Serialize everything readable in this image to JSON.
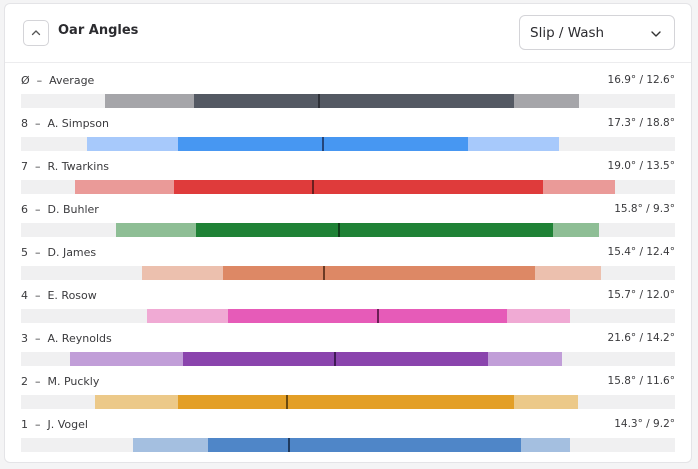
{
  "header": {
    "title": "Oar Angles",
    "select_value": "Slip / Wash"
  },
  "rows": [
    {
      "label": "Ø  –  Average",
      "value": "16.9° / 12.6°",
      "outer": [
        0.1285,
        0.8531
      ],
      "inner": [
        0.2638,
        0.7538
      ],
      "mark": 0.4564,
      "light": "#a5a5a9",
      "dark": "#545963",
      "markColor": "#2e3138"
    },
    {
      "label": "8  –  A. Simpson",
      "value": "17.3° / 18.8°",
      "outer": [
        0.1012,
        0.8226
      ],
      "inner": [
        0.2401,
        0.6842
      ],
      "mark": 0.4617,
      "light": "#a7c9fb",
      "dark": "#4797f2",
      "markColor": "#24457a"
    },
    {
      "label": "7  –  R. Twarkins",
      "value": "19.0° / 13.5°",
      "outer": [
        0.0826,
        0.9086
      ],
      "inner": [
        0.2347,
        0.7985
      ],
      "mark": 0.4472,
      "light": "#ea9a98",
      "dark": "#df3b3b",
      "markColor": "#6b1e1e"
    },
    {
      "label": "6  –  D. Buhler",
      "value": "15.8° / 9.3°",
      "outer": [
        0.1445,
        0.8838
      ],
      "inner": [
        0.2677,
        0.8138
      ],
      "mark": 0.4862,
      "light": "#8ebe95",
      "dark": "#1f8236",
      "markColor": "#0f3d1a"
    },
    {
      "label": "5  –  D. James",
      "value": "15.4° / 12.4°",
      "outer": [
        0.1856,
        0.8868
      ],
      "inner": [
        0.3089,
        0.7859
      ],
      "mark": 0.4633,
      "light": "#ecc0ae",
      "dark": "#dd8865",
      "markColor": "#6b3a24"
    },
    {
      "label": "4  –  E. Rosow",
      "value": "15.7° / 12.0°",
      "outer": [
        0.1919,
        0.8394
      ],
      "inner": [
        0.3165,
        0.7431
      ],
      "mark": 0.5453,
      "light": "#f0aad4",
      "dark": "#e65bb8",
      "markColor": "#6b1f55"
    },
    {
      "label": "3  –  A. Reynolds",
      "value": "21.6° / 14.2°",
      "outer": [
        0.0749,
        0.8272
      ],
      "inner": [
        0.248,
        0.7137
      ],
      "mark": 0.4801,
      "light": "#c19ed8",
      "dark": "#8a44ad",
      "markColor": "#3f1a55"
    },
    {
      "label": "2  –  M. Puckly",
      "value": "15.8° / 11.6°",
      "outer": [
        0.1133,
        0.8517
      ],
      "inner": [
        0.2401,
        0.7538
      ],
      "mark": 0.4067,
      "light": "#ecc989",
      "dark": "#e39f27",
      "markColor": "#6b4a0f"
    },
    {
      "label": "1  –  J. Vogel",
      "value": "14.3° / 9.2°",
      "outer": [
        0.1712,
        0.8394
      ],
      "inner": [
        0.2859,
        0.7645
      ],
      "mark": 0.4098,
      "light": "#a4bfe0",
      "dark": "#4f86c8",
      "markColor": "#1f3a5e"
    }
  ]
}
